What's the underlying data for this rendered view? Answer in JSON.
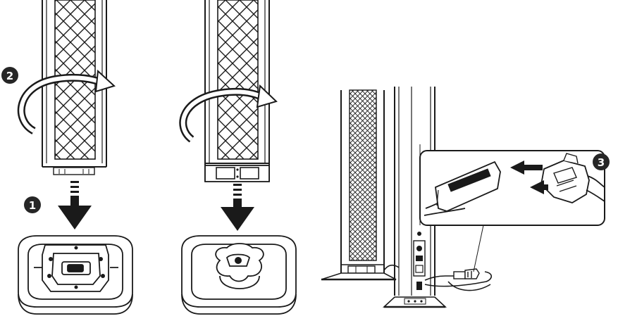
{
  "steps": [
    {
      "number": "2",
      "glyph": "❷"
    },
    {
      "number": "1",
      "glyph": "❶"
    },
    {
      "number": "3",
      "glyph": "❸"
    }
  ],
  "colors": {
    "ink": "#1a1a1a",
    "paper": "#ffffff",
    "badge": "#262626"
  }
}
